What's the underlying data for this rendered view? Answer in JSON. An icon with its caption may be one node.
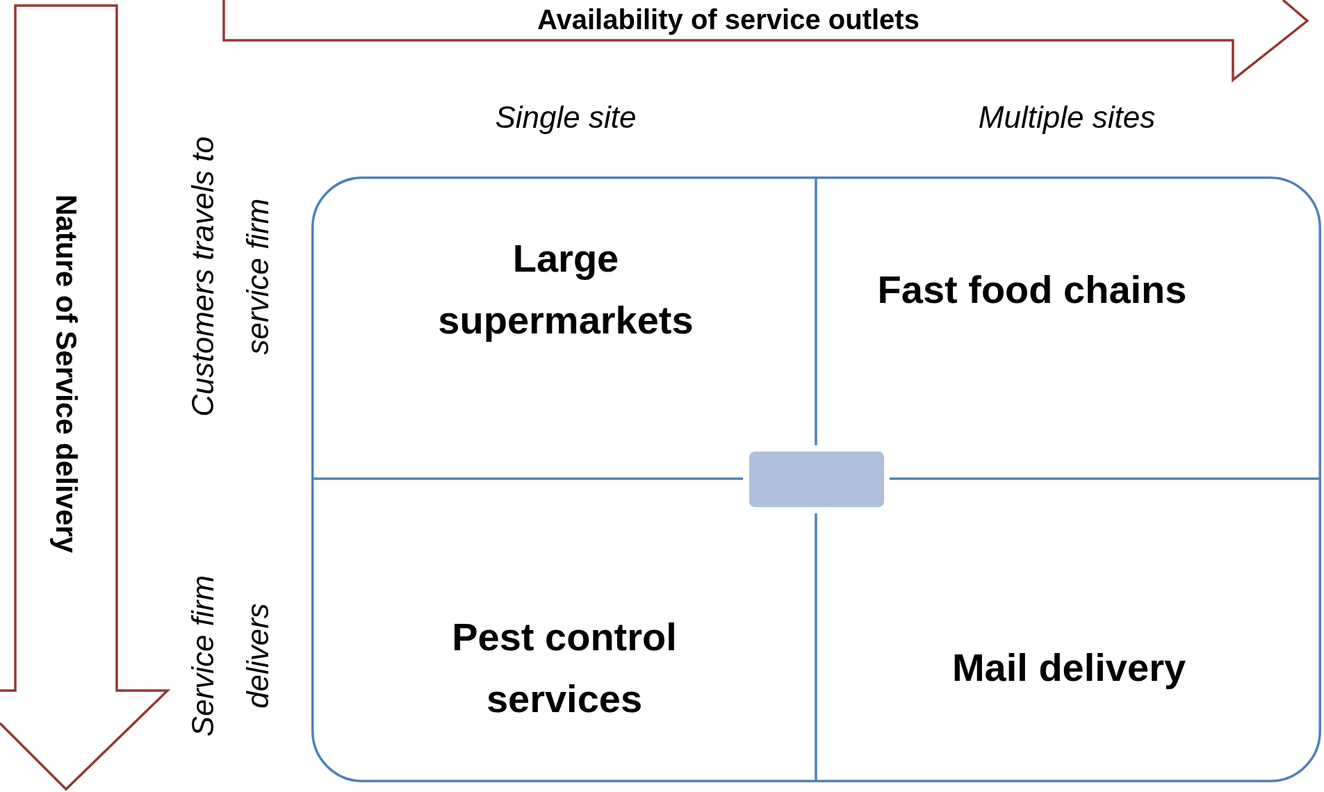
{
  "diagram": {
    "nodes": [
      {
        "text": [
          "Availability of service outlets"
        ]
      },
      {
        "text": [
          "Nature of Service delivery"
        ]
      },
      {
        "text": [],
        "shape": "box"
      },
      {
        "text": [
          "Large supermarkets"
        ],
        "in": 2
      },
      {
        "text": [
          "Fast food chains"
        ],
        "in": 2
      },
      {
        "text": [
          "Pest control services"
        ],
        "in": 2
      },
      {
        "text": [
          "Mail delivery"
        ],
        "in": 2
      },
      {
        "text": [],
        "shape": "box",
        "in": 2
      }
    ],
    "labels": [
      "Single site",
      "Multiple sites",
      "Customers travels to service firm",
      "Service firm delivers"
    ]
  }
}
